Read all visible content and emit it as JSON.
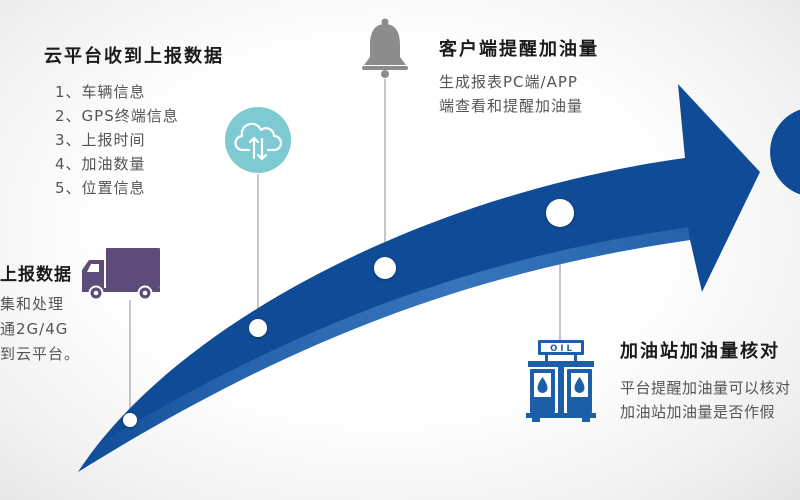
{
  "diagram": {
    "steps": [
      {
        "icon": "truck-icon",
        "title": "上报数据",
        "lines": [
          "集和处理",
          "通2G/4G",
          "到云平台。"
        ]
      },
      {
        "icon": "cloud-sync-icon",
        "title": "云平台收到上报数据",
        "lines": [
          "1、车辆信息",
          "2、GPS终端信息",
          "3、上报时间",
          "4、加油数量",
          "5、位置信息"
        ]
      },
      {
        "icon": "bell-icon",
        "title": "客户端提醒加油量",
        "lines": [
          "生成报表PC端/APP",
          "端查看和提醒加油量"
        ]
      },
      {
        "icon": "gas-station-icon",
        "title": "加油站加油量核对",
        "lines": [
          "平台提醒加油量可以核对",
          "加油站加油量是否作假"
        ],
        "sign_text": "OIL"
      }
    ]
  },
  "colors": {
    "arrow": "#0f4b96",
    "arrow_underside": "#3a79c0",
    "truck": "#5d4b79",
    "cloud_badge": "#7ecad2",
    "bell": "#8c8c8c",
    "gas_station": "#1d5ea8",
    "connector": "#b3b3b3",
    "heading_text": "#1b1b1b",
    "body_text": "#555555"
  }
}
